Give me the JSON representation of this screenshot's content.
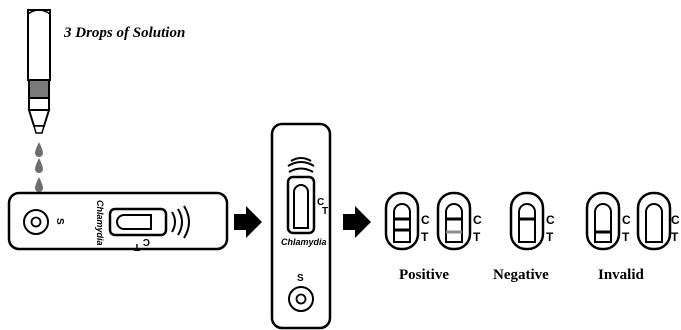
{
  "instruction": "3 Drops of Solution",
  "horizontal_cassette": {
    "sample_label": "S",
    "brand": "Chlamydia",
    "c_label": "C",
    "t_label": "T"
  },
  "vertical_cassette": {
    "sample_label": "S",
    "brand": "Chlamydia",
    "c_label": "C",
    "t_label": "T"
  },
  "results": {
    "positive": "Positive",
    "negative": "Negative",
    "invalid": "Invalid",
    "c_label": "C",
    "t_label": "T"
  }
}
